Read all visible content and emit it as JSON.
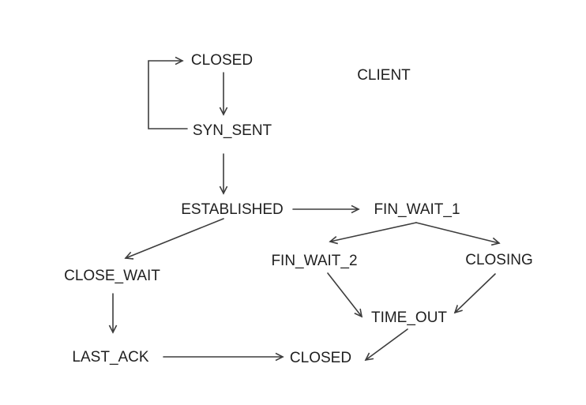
{
  "diagram": {
    "type": "tcp-state-diagram",
    "side_label": "CLIENT",
    "nodes": [
      {
        "id": "closed-top",
        "label": "CLOSED"
      },
      {
        "id": "syn-sent",
        "label": "SYN_SENT"
      },
      {
        "id": "established",
        "label": "ESTABLISHED"
      },
      {
        "id": "fin-wait-1",
        "label": "FIN_WAIT_1"
      },
      {
        "id": "fin-wait-2",
        "label": "FIN_WAIT_2"
      },
      {
        "id": "closing",
        "label": "CLOSING"
      },
      {
        "id": "close-wait",
        "label": "CLOSE_WAIT"
      },
      {
        "id": "time-out",
        "label": "TIME_OUT"
      },
      {
        "id": "last-ack",
        "label": "LAST_ACK"
      },
      {
        "id": "closed-bottom",
        "label": "CLOSED"
      }
    ],
    "edges": [
      {
        "from": "syn-sent",
        "to": "closed-top"
      },
      {
        "from": "closed-top",
        "to": "syn-sent"
      },
      {
        "from": "syn-sent",
        "to": "established"
      },
      {
        "from": "established",
        "to": "fin-wait-1"
      },
      {
        "from": "established",
        "to": "close-wait"
      },
      {
        "from": "fin-wait-1",
        "to": "fin-wait-2"
      },
      {
        "from": "fin-wait-1",
        "to": "closing"
      },
      {
        "from": "fin-wait-2",
        "to": "time-out"
      },
      {
        "from": "closing",
        "to": "time-out"
      },
      {
        "from": "time-out",
        "to": "closed-bottom"
      },
      {
        "from": "close-wait",
        "to": "last-ack"
      },
      {
        "from": "last-ack",
        "to": "closed-bottom"
      }
    ]
  },
  "colors": {
    "background": "#ffffff",
    "line": "#3d3d3d",
    "text": "#1f1f1f"
  }
}
